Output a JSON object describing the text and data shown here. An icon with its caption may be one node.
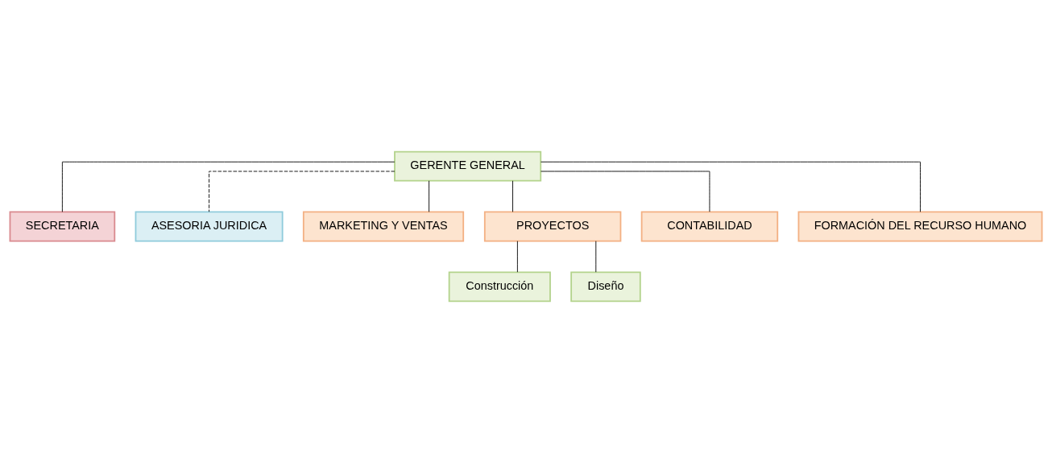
{
  "diagram": {
    "nodes": [
      {
        "text": [
          "GERENTE GENERAL"
        ]
      },
      {
        "text": [
          "SECRETARIA"
        ]
      },
      {
        "text": [
          "ASESORIA JURIDICA"
        ]
      },
      {
        "text": [
          "MARKETING Y VENTAS"
        ]
      },
      {
        "text": [
          "PROYECTOS"
        ]
      },
      {
        "text": [
          "CONTABILIDAD"
        ]
      },
      {
        "text": [
          "FORMACIÓN DEL RECURSO HUMANO"
        ]
      },
      {
        "text": [
          "Construcción"
        ]
      },
      {
        "text": [
          "Diseño"
        ]
      }
    ],
    "edges": [
      {
        "from": 0,
        "to": 1,
        "arrow": "none"
      },
      {
        "from": 0,
        "to": 2,
        "arrow": "none",
        "style": "dashed"
      },
      {
        "from": 0,
        "to": 3,
        "arrow": "none"
      },
      {
        "from": 0,
        "to": 4,
        "arrow": "none"
      },
      {
        "from": 0,
        "to": 5,
        "arrow": "none"
      },
      {
        "from": 0,
        "to": 6,
        "arrow": "none"
      },
      {
        "from": 4,
        "to": 7,
        "arrow": "none"
      },
      {
        "from": 4,
        "to": 8,
        "arrow": "none"
      }
    ]
  }
}
